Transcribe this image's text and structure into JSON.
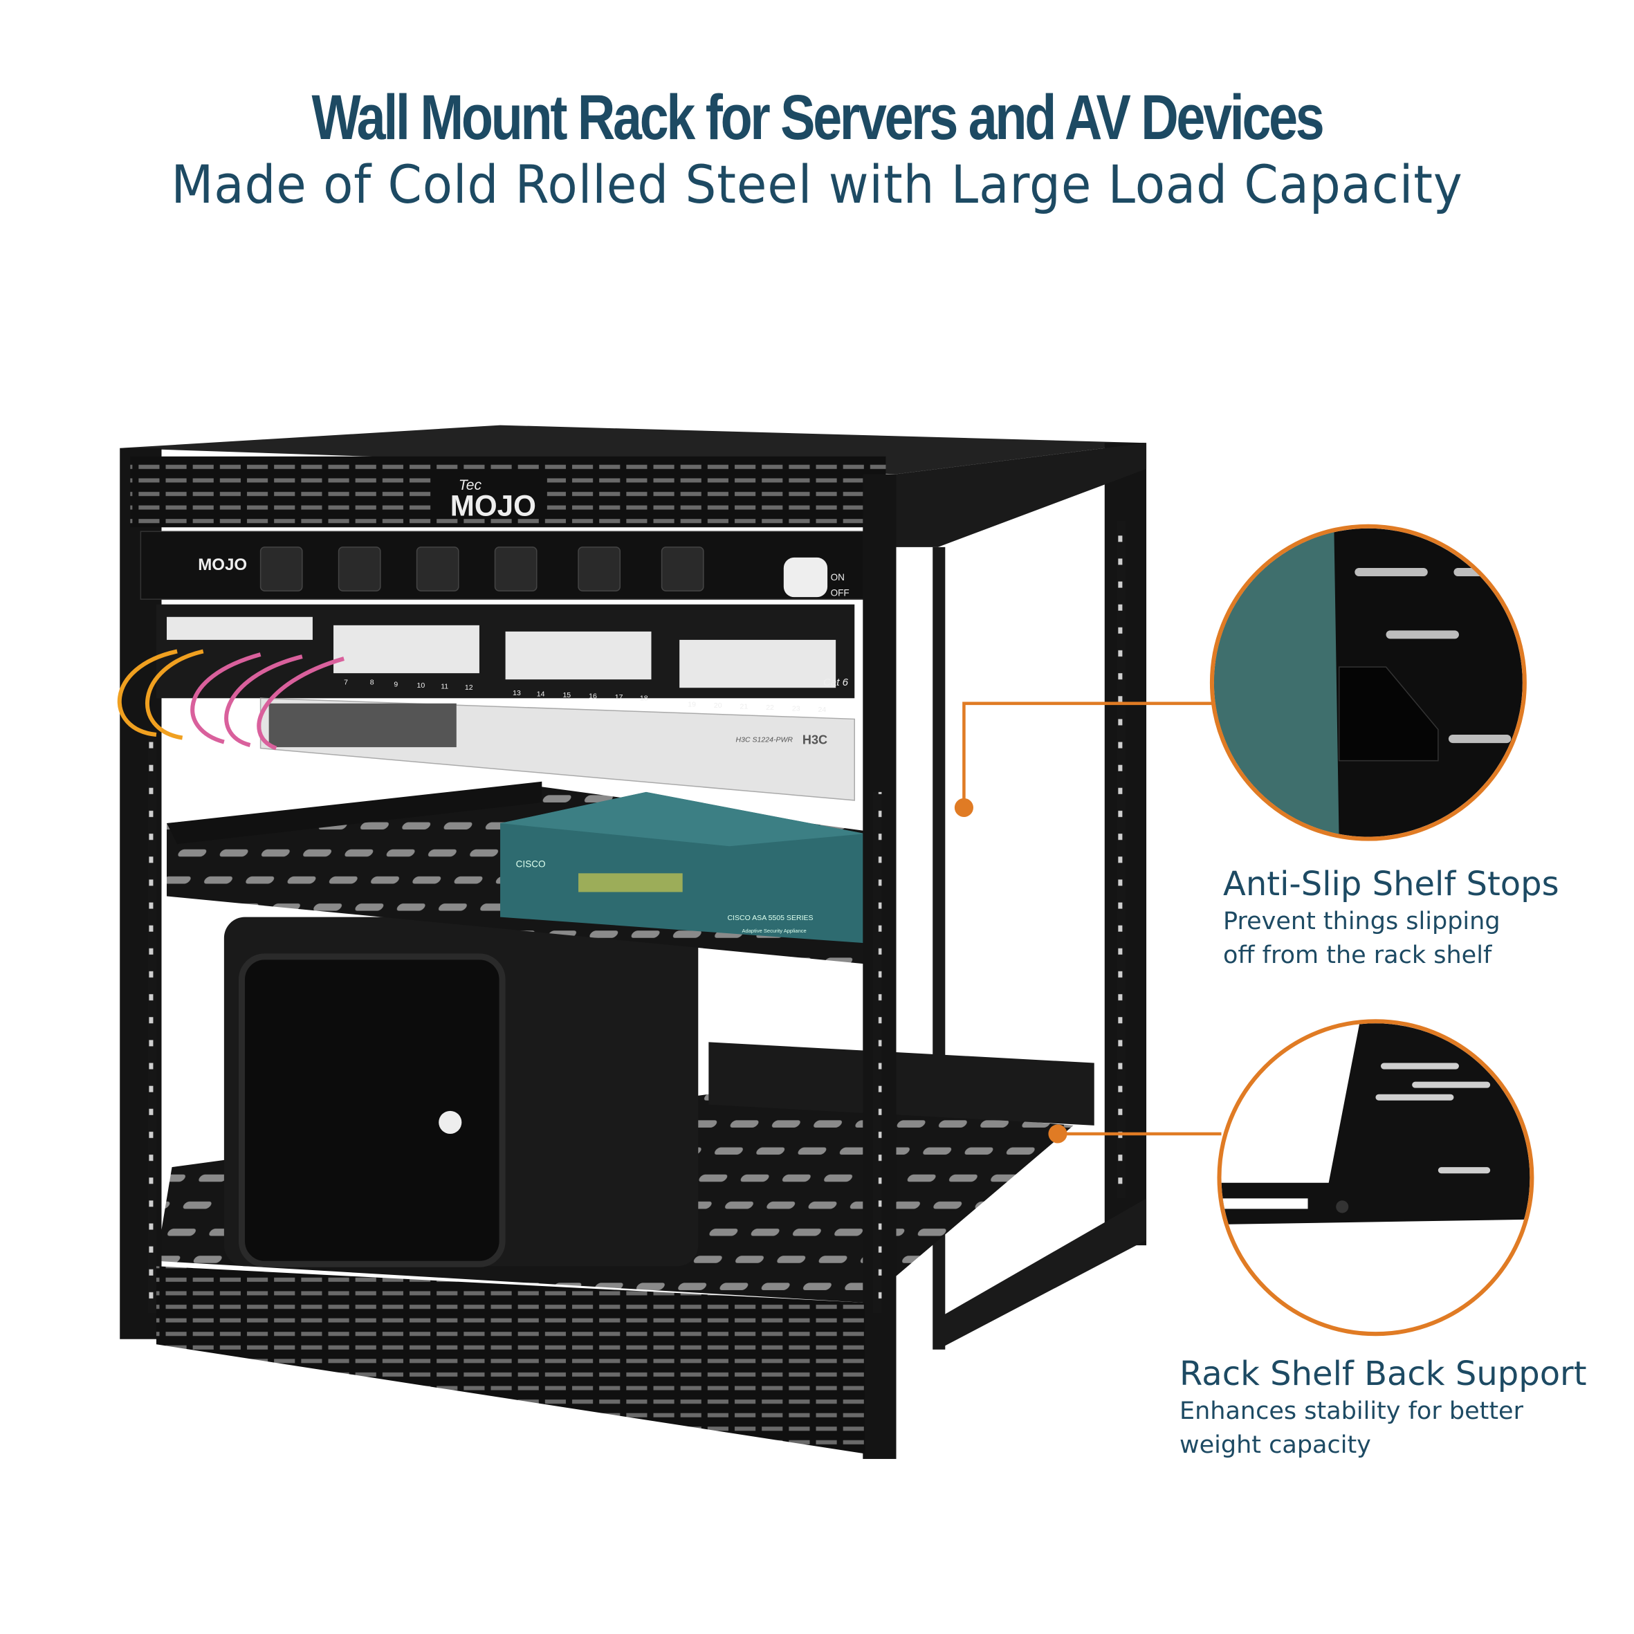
{
  "header": {
    "title": "Wall Mount Rack for Servers and AV Devices",
    "subtitle": "Made of Cold Rolled Steel with Large Load Capacity"
  },
  "callouts": [
    {
      "heading": "Anti-Slip Shelf Stops",
      "lines": [
        "Prevent things slipping",
        "off from the rack shelf"
      ]
    },
    {
      "heading": "Rack Shelf Back Support",
      "lines": [
        "Enhances stability for better",
        "weight capacity"
      ]
    }
  ],
  "product_labels": {
    "brand_top": "MOJO",
    "brand_small": "Tec",
    "power_on": "ON",
    "power_off": "OFF",
    "patch_panel": "Cat 6",
    "switch_model": "H3C S1224-PWR",
    "switch_brand": "H3C",
    "firewall_brand": "CISCO",
    "firewall_model": "CISCO ASA 5505 SERIES",
    "firewall_sub": "Adaptive Security Appliance",
    "port_numbers": [
      "7",
      "8",
      "9",
      "10",
      "11",
      "12",
      "13",
      "14",
      "15",
      "16",
      "17",
      "18",
      "19",
      "20",
      "21",
      "22",
      "23",
      "24"
    ]
  },
  "colors": {
    "accent": "#e07b24",
    "text": "#1d4a63",
    "rack": "#141414",
    "teal": "#2e6b70"
  }
}
